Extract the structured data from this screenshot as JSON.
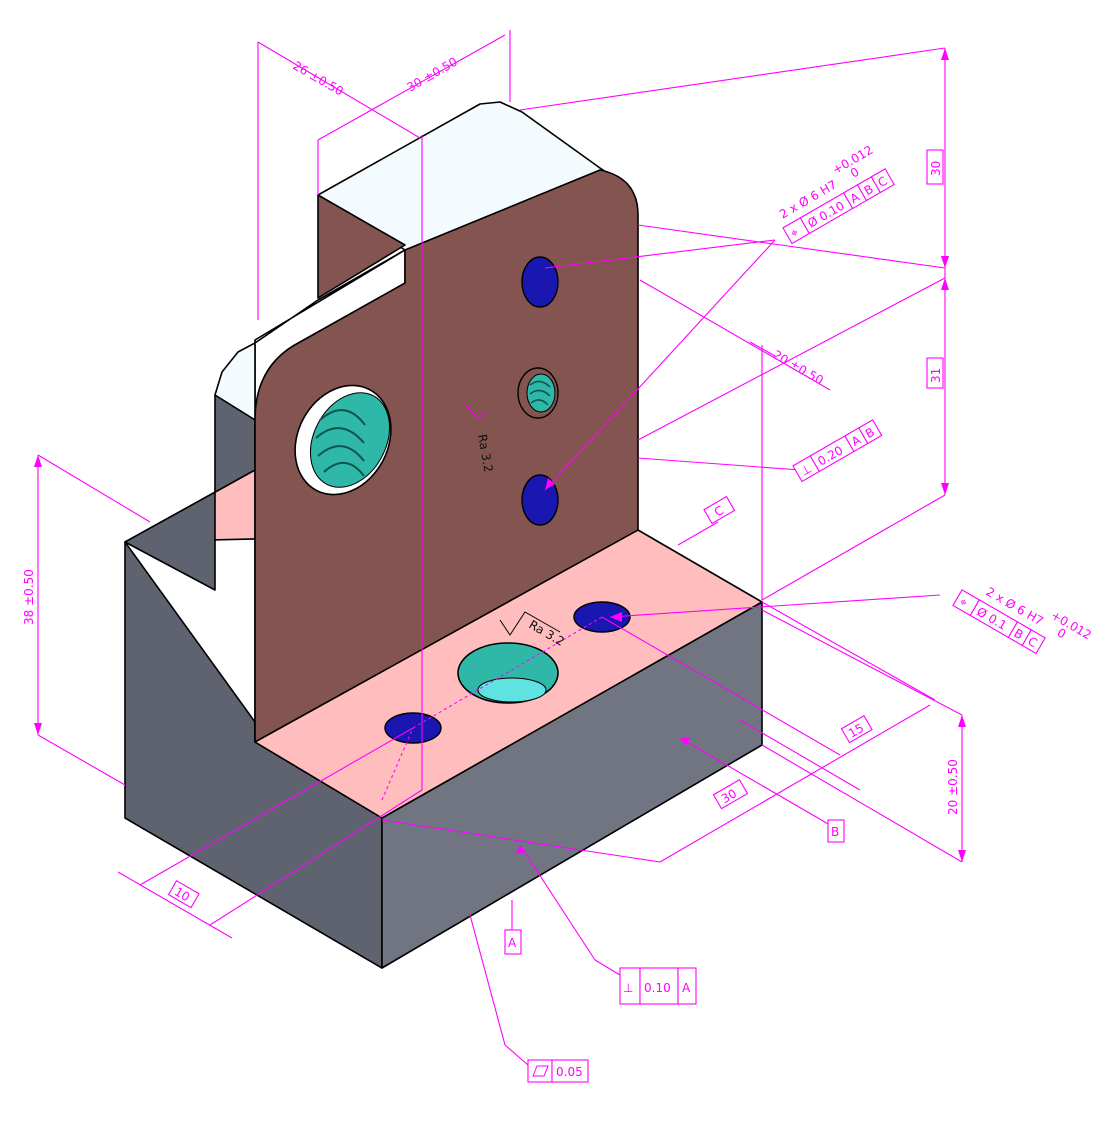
{
  "colors": {
    "annotation": "#ff00ff",
    "face_brown": "#845550",
    "face_pink": "#ffbdbd",
    "face_grey_front": "#717582",
    "face_grey_side": "#5f6370",
    "face_top_white": "#f4fbff",
    "hole_blue": "#1a16b0",
    "thread_teal": "#2fb7a8"
  },
  "dimensions": {
    "width_26": "26 ±0.50",
    "width_30": "30 ±0.50",
    "height_38": "38 ±0.50",
    "height_20": "20 ±0.50",
    "depth_20": "20 ±0.50",
    "spacing_30_top": "30",
    "spacing_31": "31",
    "base_30": "30",
    "base_15": "15",
    "base_10": "10"
  },
  "surface_finish": {
    "upright": "Ra 3.2",
    "base": "Ra 3.2"
  },
  "datums": {
    "a": "A",
    "b": "B",
    "c": "C"
  },
  "callouts": {
    "upright_holes": {
      "note": "2 x Ø 6 H7",
      "tol_plus": "+0.012",
      "tol_minus": "0",
      "fcf_value": "Ø 0.10",
      "fcf_datums": [
        "A",
        "B",
        "C"
      ]
    },
    "base_holes": {
      "note": "2 x Ø 6 H7",
      "tol_plus": "+0.012",
      "tol_minus": "0",
      "fcf_value": "Ø 0.1",
      "fcf_datums": [
        "B",
        "C"
      ]
    },
    "perpendicularity_upright": {
      "value": "0.20",
      "datums": [
        "A",
        "B"
      ]
    },
    "perpendicularity_base": {
      "value": "0.10",
      "datums": [
        "A"
      ]
    },
    "flatness": {
      "value": "0.05"
    }
  }
}
